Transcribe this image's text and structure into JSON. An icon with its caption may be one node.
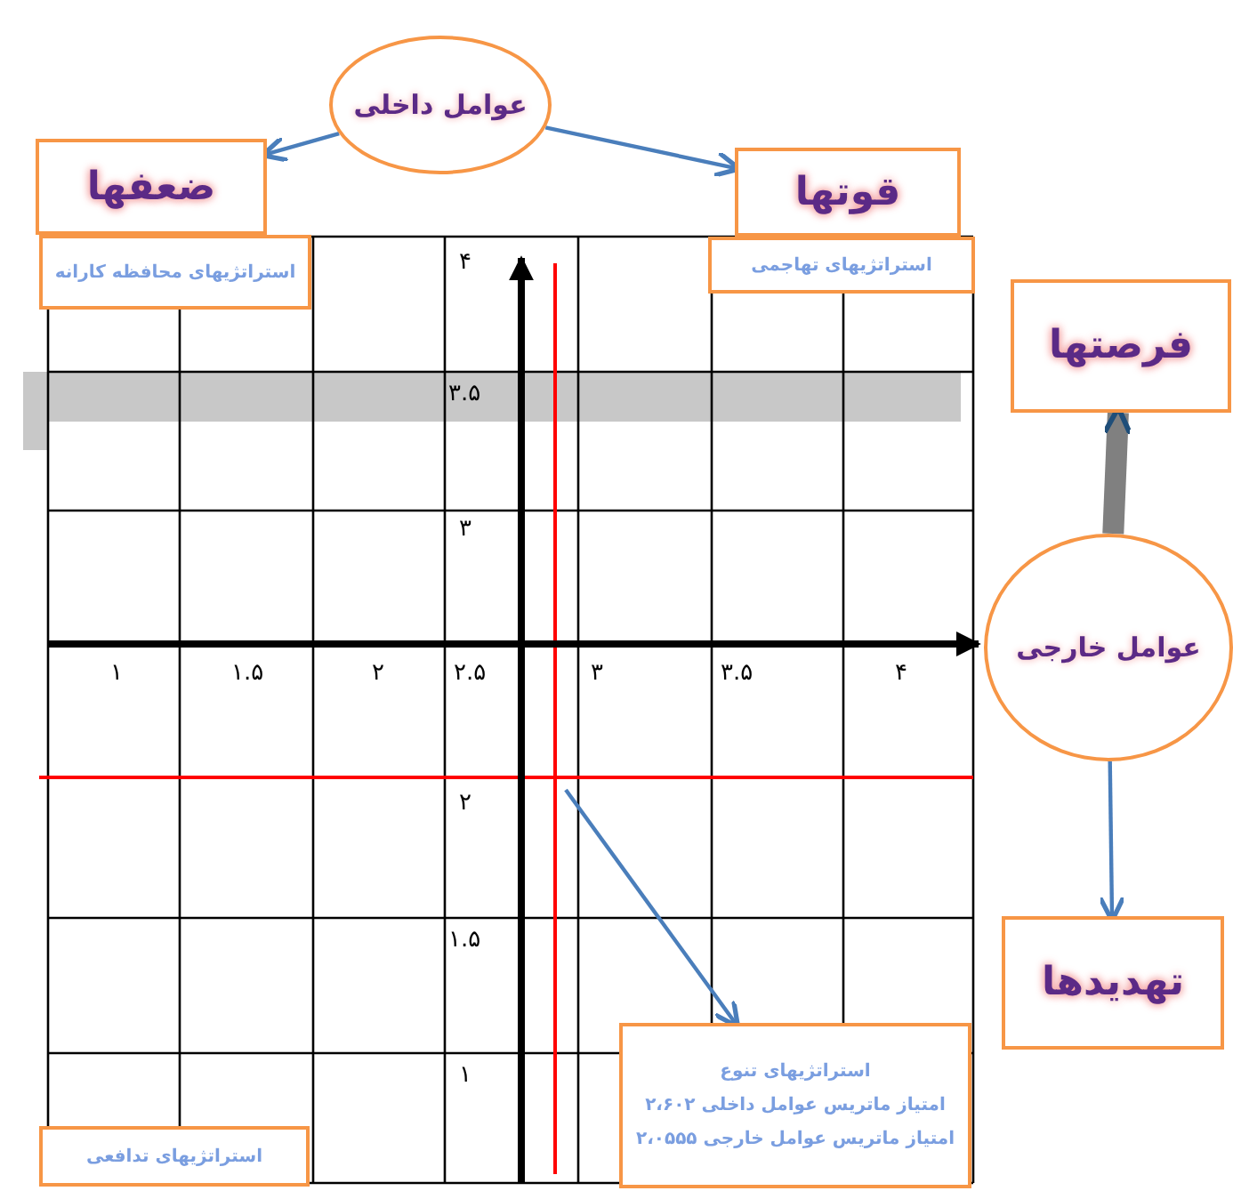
{
  "diagram": {
    "nodes": [
      {
        "text": [
          "عوامل داخلی"
        ]
      },
      {
        "text": [
          "ضعفها"
        ]
      },
      {
        "text": [
          "قوتها"
        ]
      },
      {
        "text": [
          "فرصتها"
        ]
      },
      {
        "text": [
          "عوامل خارجی"
        ]
      },
      {
        "text": [
          "تهدیدها"
        ]
      },
      {
        "text": [
          "استراتژیهای محافظه کارانه"
        ]
      },
      {
        "text": [
          "استراتژیهای تهاجمی"
        ]
      },
      {
        "text": [
          "استراتژیهای تنوع",
          "امتیاز ماتریس عوامل داخلی ۲،۶۰۲",
          "امتیاز ماتریس عوامل خارجی ۲،۰۵۵۵"
        ]
      },
      {
        "text": [
          "استراتژیهای تدافعی"
        ]
      }
    ],
    "edges": [
      {
        "from": 0,
        "to": 1,
        "arrow": "to"
      },
      {
        "from": 0,
        "to": 2,
        "arrow": "to"
      },
      {
        "from": 4,
        "to": 3,
        "arrow": "to",
        "style": "thick",
        "color": "#808080"
      },
      {
        "from": 4,
        "to": 5,
        "arrow": "to"
      },
      {
        "from": null,
        "to": 8,
        "arrow": "to"
      }
    ],
    "labels": [
      "۴",
      "۳.۵",
      "۳",
      "۱",
      "۱.۵",
      "۲",
      "۲.۵",
      "۳",
      "۳.۵",
      "۴",
      "۲",
      "۱.۵",
      "۱"
    ]
  }
}
